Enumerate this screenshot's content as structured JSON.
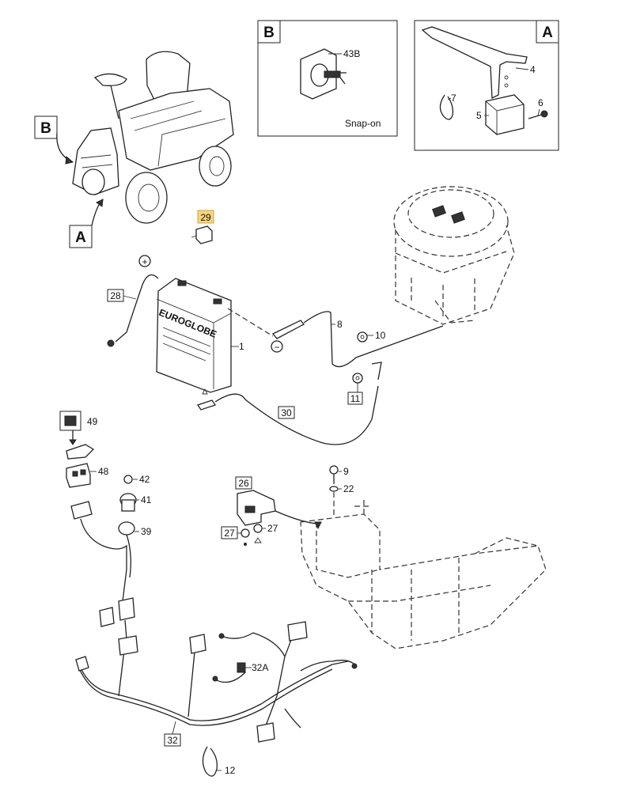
{
  "callouts": {
    "A_main": "A",
    "B_main": "B",
    "B_box": "B",
    "A_box": "A"
  },
  "box_B": {
    "part": "43B",
    "note": "Snap-on"
  },
  "box_A": {
    "parts": [
      "4",
      "5",
      "6",
      "7"
    ]
  },
  "battery_brand": "EUROGLOBE",
  "part_labels": {
    "p1": "1",
    "p8": "8",
    "p9": "9",
    "p10": "10",
    "p11": "11",
    "p12": "12",
    "p22": "22",
    "p26": "26",
    "p27a": "27",
    "p27b": "27",
    "p28": "28",
    "p29": "29",
    "p30": "30",
    "p32": "32",
    "p32a": "32A",
    "p39": "39",
    "p41": "41",
    "p42": "42",
    "p48": "48",
    "p49": "49"
  },
  "symbols": {
    "plus": "+",
    "minus": "−"
  },
  "colors": {
    "highlight": "#f7d57a",
    "ink": "#222222"
  }
}
